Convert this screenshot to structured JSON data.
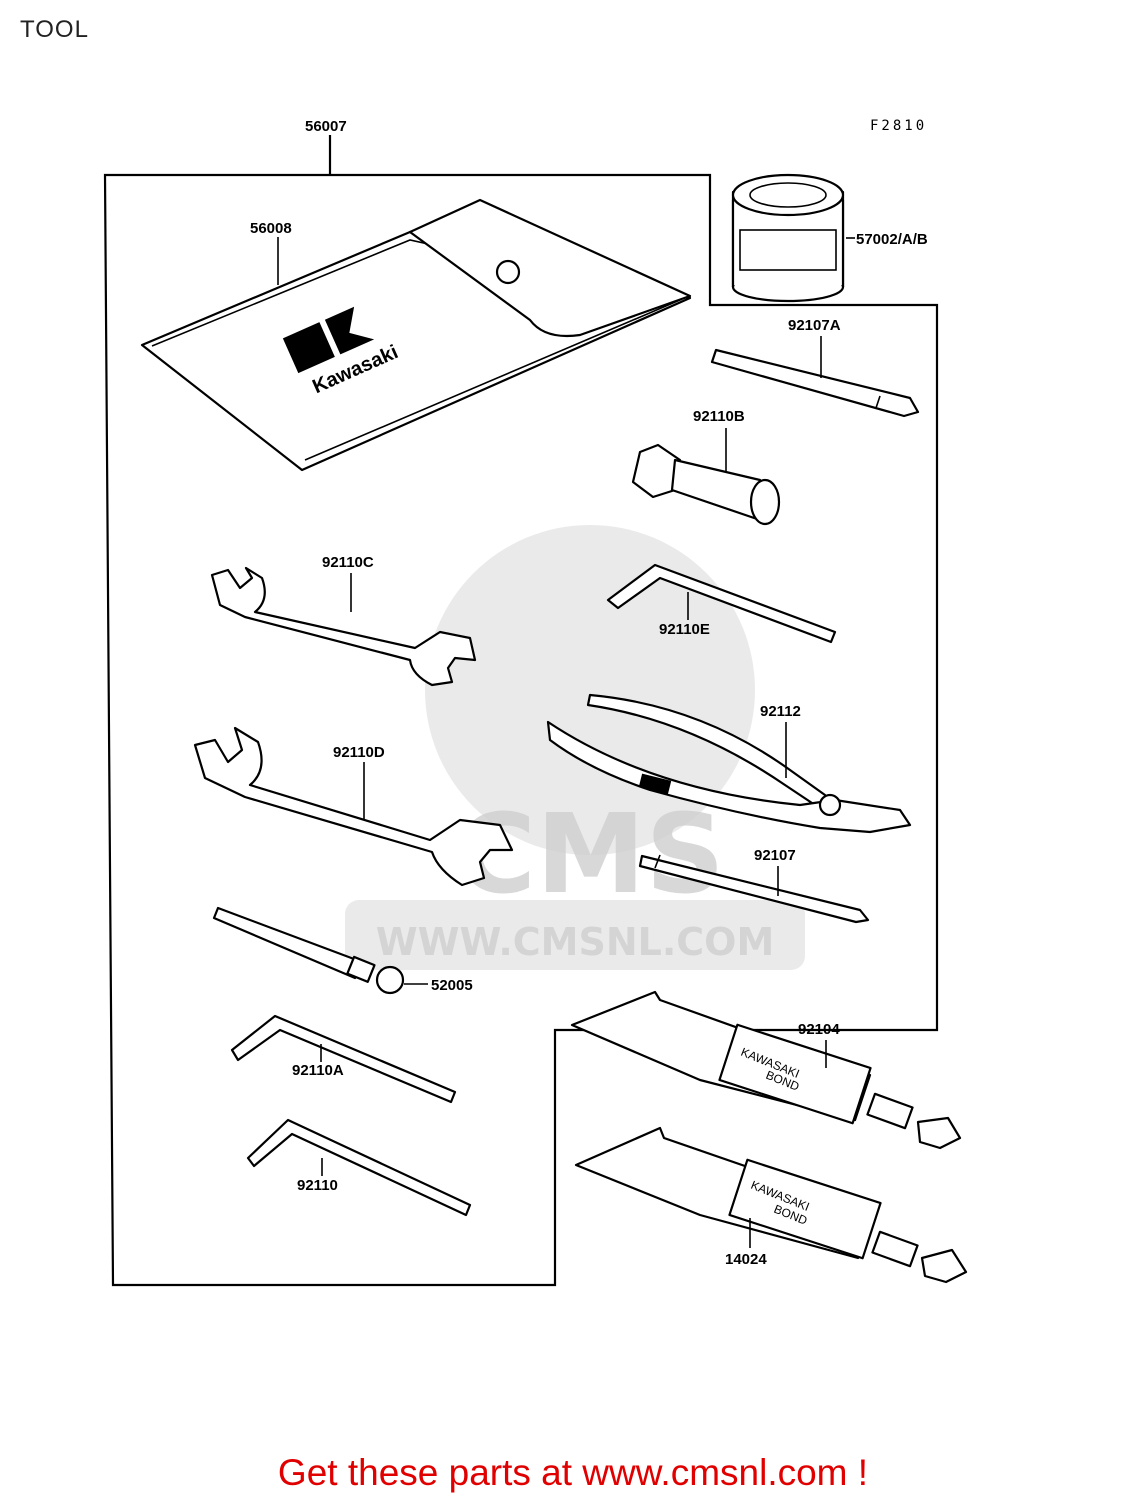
{
  "page": {
    "title": "TOOL",
    "figure_code": "F2810"
  },
  "brand": {
    "logo_text": "Kawasaki",
    "tube_text_line1": "KAWASAKI",
    "tube_text_line2": "BOND"
  },
  "watermark": {
    "name": "CMS",
    "url": "WWW.CMSNL.COM"
  },
  "parts": [
    {
      "id": "56007"
    },
    {
      "id": "56008"
    },
    {
      "id": "57002/A/B"
    },
    {
      "id": "92107A"
    },
    {
      "id": "92110B"
    },
    {
      "id": "92110C"
    },
    {
      "id": "92110E"
    },
    {
      "id": "92112"
    },
    {
      "id": "92110D"
    },
    {
      "id": "92107"
    },
    {
      "id": "52005"
    },
    {
      "id": "92104"
    },
    {
      "id": "92110A"
    },
    {
      "id": "92110"
    },
    {
      "id": "14024"
    }
  ],
  "footer": {
    "call_to_action": "Get these parts at www.cmsnl.com !"
  },
  "colors": {
    "accent": "#e00000",
    "line": "#000000",
    "watermark": "#d0d0d0"
  }
}
